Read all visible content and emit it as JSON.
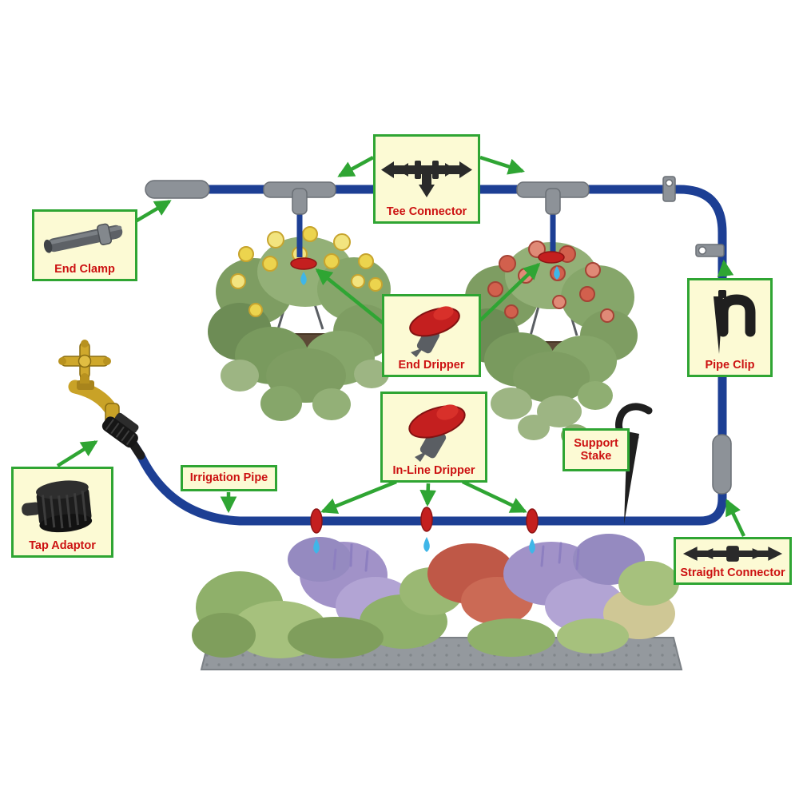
{
  "labels": {
    "tee_connector": "Tee Connector",
    "end_clamp": "End Clamp",
    "pipe_clip": "Pipe Clip",
    "end_dripper": "End Dripper",
    "in_line_dripper": "In-Line Dripper",
    "support_stake": "Support Stake",
    "irrigation_pipe": "Irrigation Pipe",
    "tap_adaptor": "Tap Adaptor",
    "straight_connector": "Straight Connector"
  },
  "icons": {
    "tee_connector_icon": "black barbed tee fitting",
    "end_clamp_icon": "gray folded pipe end clamp",
    "pipe_clip_icon": "black wall pipe clip with spike",
    "end_dripper_icon": "red end dripper",
    "in_line_dripper_icon": "red in-line dripper",
    "tap_adaptor_icon": "black threaded tap adaptor",
    "straight_connector_icon": "black barbed straight connector"
  },
  "colors": {
    "pipe_blue": "#1d3f94",
    "label_background": "#fcfad4",
    "label_border_green": "#2fa533",
    "label_text_red": "#cc1111",
    "arrow_green": "#2fa533",
    "dripper_red": "#c41f1f",
    "fitting_gray": "#8d9298",
    "water_blue": "#3fb6e8",
    "tap_brass": "#c9a227"
  }
}
